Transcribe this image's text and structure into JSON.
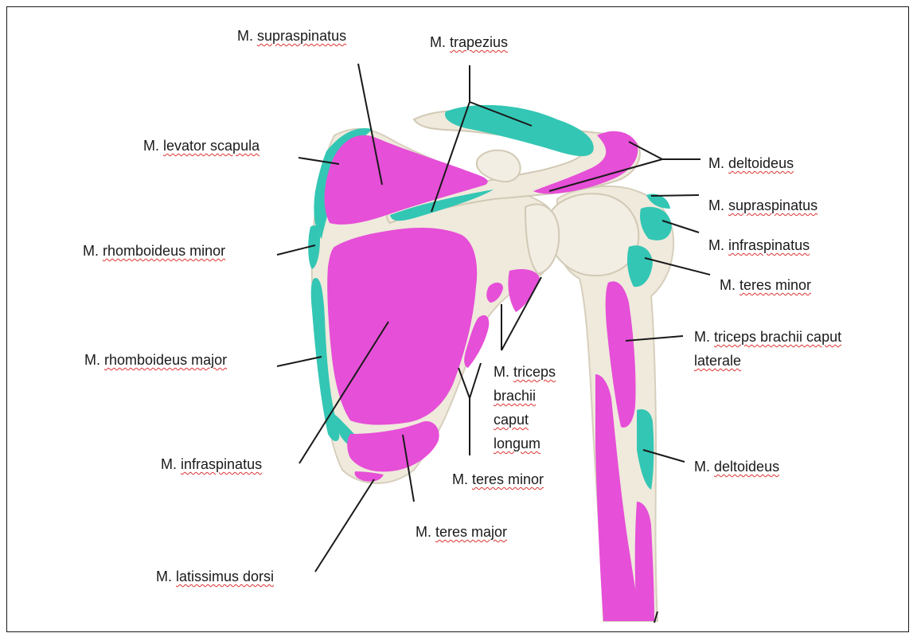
{
  "colors": {
    "muscle_magenta": "#e64fd7",
    "muscle_teal": "#33c6b4",
    "bone": "#efeadc",
    "bone_shadow": "#d7cfbd",
    "leader_line": "#1a1a1a",
    "spell_underline": "#d33"
  },
  "labels": {
    "supraspinatus_top": {
      "prefix": "M.",
      "name": "supraspinatus"
    },
    "trapezius": {
      "prefix": "M.",
      "name": "trapezius"
    },
    "levator_scapula": {
      "prefix": "M.",
      "name": "levator scapula"
    },
    "deltoideus_top": {
      "prefix": "M.",
      "name": "deltoideus"
    },
    "supraspinatus_right": {
      "prefix": "M.",
      "name": "supraspinatus"
    },
    "infraspinatus_right": {
      "prefix": "M.",
      "name": "infraspinatus"
    },
    "teres_minor_right": {
      "prefix": "M.",
      "name": "teres minor"
    },
    "rhomboideus_minor": {
      "prefix": "M.",
      "name": "rhomboideus minor"
    },
    "rhomboideus_major": {
      "prefix": "M.",
      "name": "rhomboideus major"
    },
    "triceps_laterale": {
      "line1_prefix": "M.",
      "line1_name": "triceps brachii caput",
      "line2": "laterale"
    },
    "triceps_longum": {
      "line1_prefix": "M.",
      "line1_name": "triceps",
      "line2": "brachii",
      "line3": "caput",
      "line4": "longum"
    },
    "infraspinatus_left": {
      "prefix": "M.",
      "name": "infraspinatus"
    },
    "teres_minor_bottom": {
      "prefix": "M.",
      "name": "teres minor"
    },
    "deltoideus_bottom": {
      "prefix": "M.",
      "name": "deltoideus"
    },
    "teres_major": {
      "prefix": "M.",
      "name": "teres major"
    },
    "latissimus_dorsi": {
      "prefix": "M.",
      "name": "latissimus dorsi"
    }
  }
}
